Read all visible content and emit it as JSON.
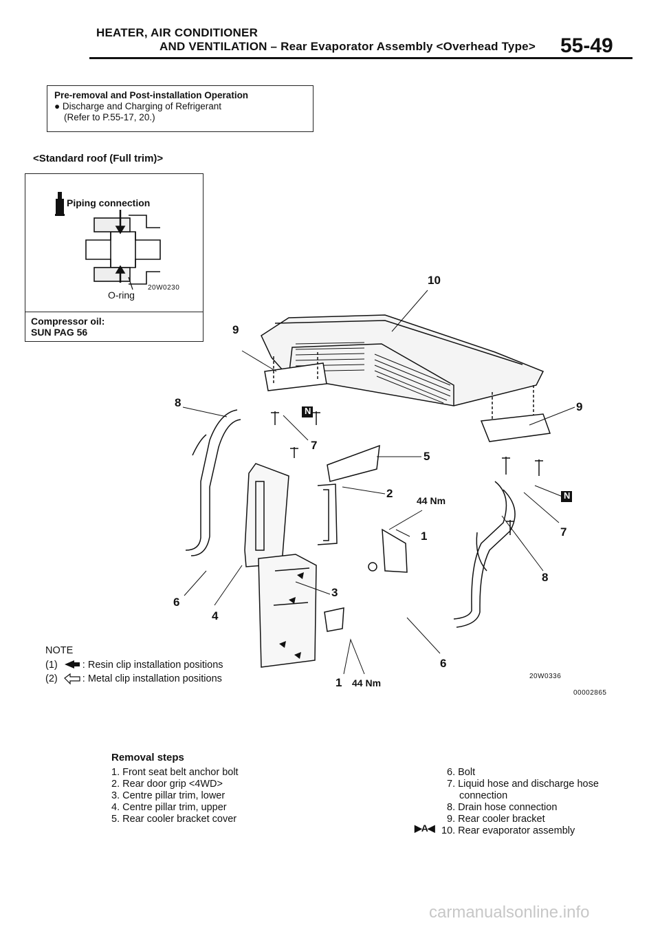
{
  "header": {
    "line1": "HEATER, AIR CONDITIONER",
    "line2": "AND VENTILATION – Rear Evaporator Assembly <Overhead Type>",
    "page_number": "55-49"
  },
  "pre_removal": {
    "title": "Pre-removal and Post-installation Operation",
    "item": "● Discharge and Charging of Refrigerant",
    "ref": "(Refer to P.55-17, 20.)"
  },
  "subtitle": "<Standard roof (Full trim)>",
  "piping_box": {
    "label": "Piping connection",
    "oring": "O-ring",
    "code": "20W0230",
    "oil_line1": "Compressor oil:",
    "oil_line2": "SUN PAG 56"
  },
  "callouts": {
    "n10": "10",
    "n9a": "9",
    "n9b": "9",
    "n8a": "8",
    "n8b": "8",
    "n7a": "7",
    "n7b": "7",
    "n5": "5",
    "n2": "2",
    "n1a": "1",
    "n1b": "1",
    "n3": "3",
    "n6a": "6",
    "n6b": "6",
    "n4": "4",
    "torque_a": "44 Nm",
    "torque_b": "44 Nm",
    "N": "N"
  },
  "codes": {
    "figure": "20W0336",
    "doc": "00002865"
  },
  "note": {
    "title": "NOTE",
    "l1_num": "(1)",
    "l1_text": ": Resin clip installation positions",
    "l2_num": "(2)",
    "l2_text": ": Metal clip installation positions"
  },
  "removal_steps": {
    "title": "Removal steps",
    "left": [
      "1. Front seat belt anchor bolt",
      "2. Rear door grip <4WD>",
      "3. Centre pillar trim, lower",
      "4. Centre pillar trim, upper",
      "5. Rear cooler bracket cover"
    ],
    "right": [
      "6. Bolt",
      "7. Liquid hose and discharge hose",
      "connection",
      "8. Drain hose connection",
      "9. Rear cooler bracket",
      "10. Rear evaporator assembly"
    ],
    "marker": "▶A◀"
  },
  "watermark": "carmanualsonline.info"
}
